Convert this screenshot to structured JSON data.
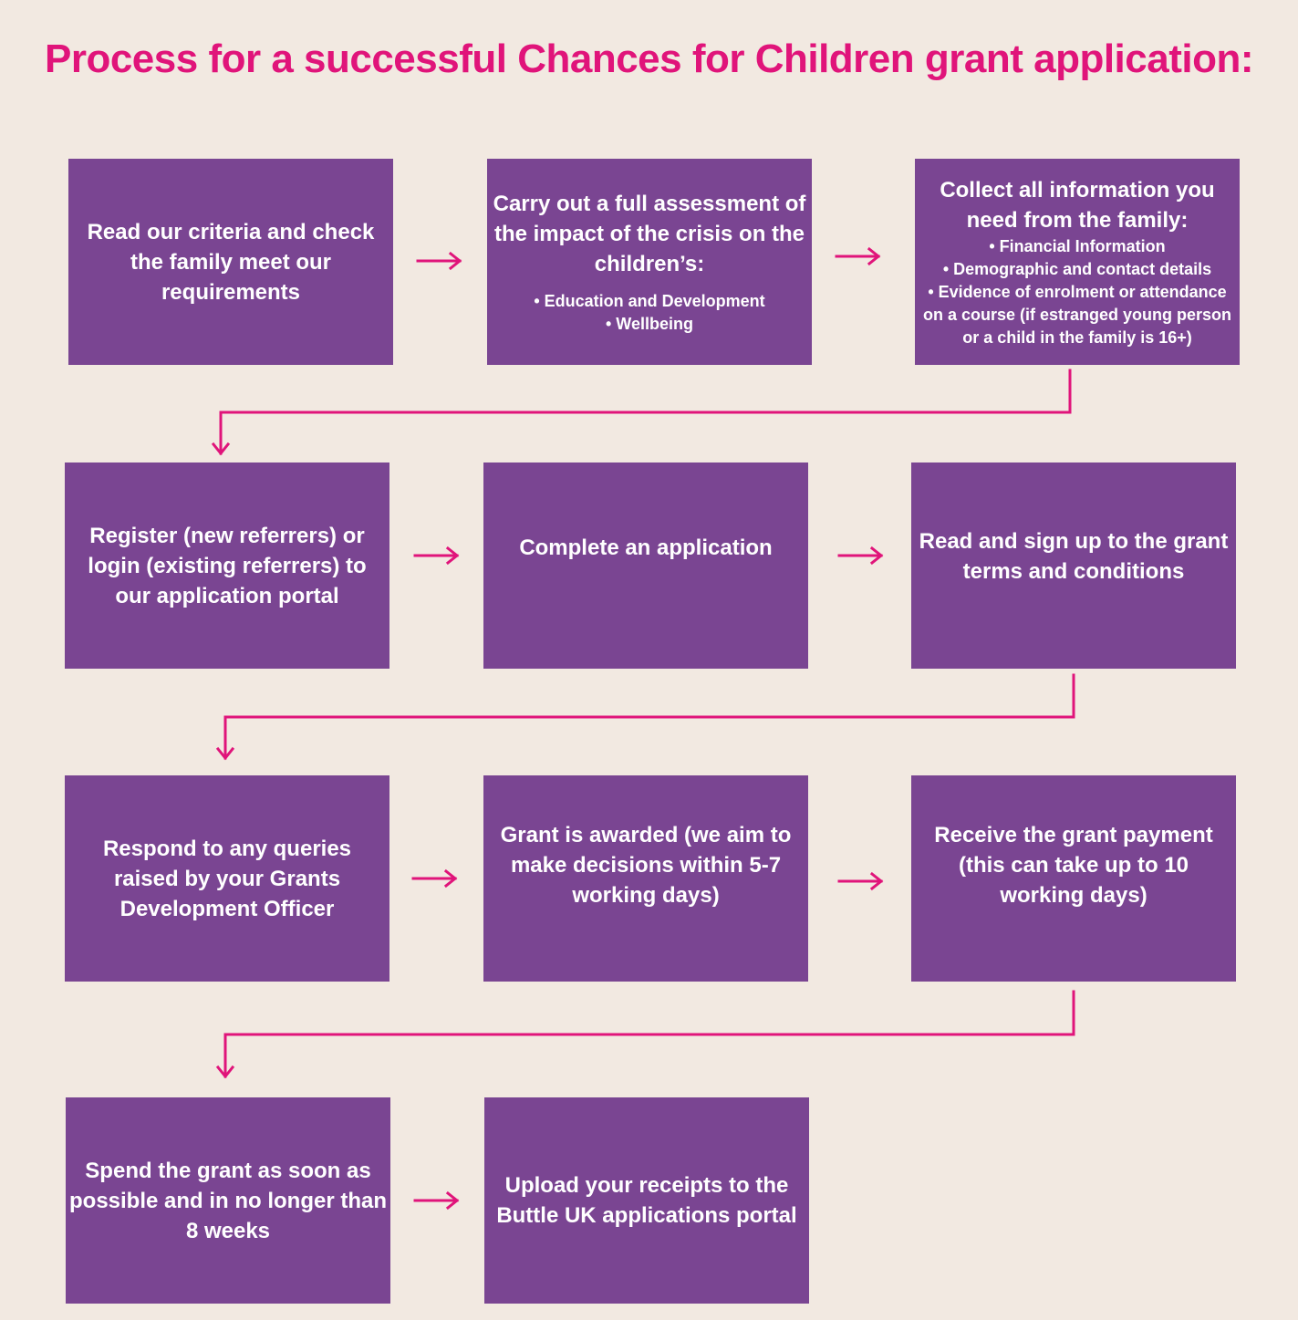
{
  "title": "Process for a successful Chances for Children grant application:",
  "colors": {
    "accent": "#e0147a",
    "box": "#7a4592",
    "background": "#f2e9e1",
    "text": "#ffffff"
  },
  "steps": [
    {
      "text": "Read our criteria and check the family meet our requirements"
    },
    {
      "text": "Carry out a full assessment of the impact of the crisis on the children’s:",
      "bullets": [
        "• Education and Development",
        "• Wellbeing"
      ]
    },
    {
      "text": "Collect all information you need from the family:",
      "bullets": [
        "• Financial Information",
        "• Demographic and contact details",
        "• Evidence of enrolment or attendance on a course (if estranged young person or a child in the family is 16+)"
      ]
    },
    {
      "text": "Register (new referrers) or login (existing referrers) to our application portal"
    },
    {
      "text": "Complete an application"
    },
    {
      "text": "Read and sign up to the grant terms and conditions"
    },
    {
      "text": "Respond to any queries raised by your Grants Development Officer"
    },
    {
      "text": "Grant is awarded (we aim to make decisions within 5-7 working days)"
    },
    {
      "text": "Receive the grant payment (this can take up to 10 working days)"
    },
    {
      "text": "Spend the grant as soon as possible and in no longer than 8 weeks"
    },
    {
      "text": "Upload your receipts to the Buttle UK applications portal"
    }
  ]
}
